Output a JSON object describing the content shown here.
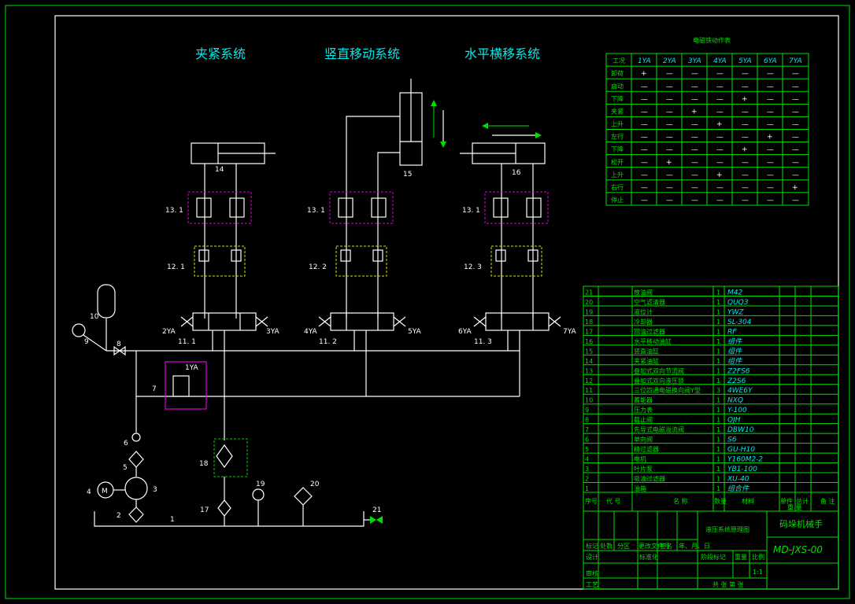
{
  "titles": {
    "clamp": "夹紧系统",
    "vertical": "竖直移动系统",
    "horizontal": "水平横移系统"
  },
  "labels": {
    "cyl14": "14",
    "cyl15": "15",
    "cyl16": "16",
    "v131a": "13. 1",
    "v131b": "13. 1",
    "v131c": "13. 1",
    "v121": "12. 1",
    "v122": "12. 2",
    "v123": "12. 3",
    "v111": "11. 1",
    "v112": "11. 2",
    "v113": "11. 3",
    "s2ya": "2YA",
    "s3ya": "3YA",
    "s4ya": "4YA",
    "s5ya": "5YA",
    "s6ya": "6YA",
    "s7ya": "7YA",
    "s1ya": "1YA",
    "n1": "1",
    "n2": "2",
    "n3": "3",
    "n4": "4",
    "n5": "5",
    "n6": "6",
    "n7": "7",
    "n8": "8",
    "n9": "9",
    "n10": "10",
    "n17": "17",
    "n18": "18",
    "n19": "19",
    "n20": "20",
    "n21": "21",
    "motor": "M"
  },
  "solenoid_table": {
    "title": "电磁铁动作表",
    "header": [
      "工况",
      "1YA",
      "2YA",
      "3YA",
      "4YA",
      "5YA",
      "6YA",
      "7YA"
    ],
    "rows": [
      [
        "卸荷",
        "+",
        "—",
        "—",
        "—",
        "—",
        "—",
        "—"
      ],
      [
        "启动",
        "—",
        "—",
        "—",
        "—",
        "—",
        "—",
        "—"
      ],
      [
        "下降",
        "—",
        "—",
        "—",
        "—",
        "+",
        "—",
        "—"
      ],
      [
        "夹紧",
        "—",
        "—",
        "+",
        "—",
        "—",
        "—",
        "—"
      ],
      [
        "上升",
        "—",
        "—",
        "—",
        "+",
        "—",
        "—",
        "—"
      ],
      [
        "左行",
        "—",
        "—",
        "—",
        "—",
        "—",
        "+",
        "—"
      ],
      [
        "下降",
        "—",
        "—",
        "—",
        "—",
        "+",
        "—",
        "—"
      ],
      [
        "松开",
        "—",
        "+",
        "—",
        "—",
        "—",
        "—",
        "—"
      ],
      [
        "上升",
        "—",
        "—",
        "—",
        "+",
        "—",
        "—",
        "—"
      ],
      [
        "右行",
        "—",
        "—",
        "—",
        "—",
        "—",
        "—",
        "+"
      ],
      [
        "停止",
        "—",
        "—",
        "—",
        "—",
        "—",
        "—",
        "—"
      ]
    ]
  },
  "bom": [
    [
      "21",
      "放油阀",
      "1",
      "M42"
    ],
    [
      "20",
      "空气滤清器",
      "1",
      "QUQ3"
    ],
    [
      "19",
      "液位计",
      "1",
      "YWZ"
    ],
    [
      "18",
      "冷却器",
      "1",
      "SL-304"
    ],
    [
      "17",
      "回油过滤器",
      "1",
      "RF"
    ],
    [
      "16",
      "水平移动油缸",
      "1",
      "组件"
    ],
    [
      "15",
      "竖直油缸",
      "1",
      "组件"
    ],
    [
      "14",
      "夹紧油缸",
      "1",
      "组件"
    ],
    [
      "13",
      "叠加式双向节流阀",
      "1",
      "Z2FS6"
    ],
    [
      "12",
      "叠加式双向液压锁",
      "1",
      "Z2S6"
    ],
    [
      "11",
      "三位四通电磁换向阀Y型",
      "3",
      "4WE6Y"
    ],
    [
      "10",
      "蓄能器",
      "1",
      "NXQ"
    ],
    [
      "9",
      "压力表",
      "1",
      "Y-100"
    ],
    [
      "8",
      "截止阀",
      "1",
      "QJH"
    ],
    [
      "7",
      "先导式电磁溢流阀",
      "1",
      "DBW10"
    ],
    [
      "6",
      "单向阀",
      "1",
      "S6"
    ],
    [
      "5",
      "精过滤器",
      "1",
      "GU-H10"
    ],
    [
      "4",
      "电机",
      "1",
      "Y160M2-2"
    ],
    [
      "3",
      "叶片泵",
      "1",
      "YB1-100"
    ],
    [
      "2",
      "吸油过滤器",
      "1",
      "XU-40"
    ],
    [
      "1",
      "油箱",
      "1",
      "组合件"
    ]
  ],
  "bom_header": {
    "no": "序号",
    "code": "代 号",
    "name": "名 称",
    "qty": "数量",
    "material": "材料",
    "single": "单件",
    "total": "总计",
    "weight": "重 量",
    "remark": "备 注"
  },
  "title_block": {
    "drawing_name": "液压系统原理图",
    "product": "码垛机械手",
    "drawing_no": "MD-JXS-00",
    "scale": "1:1",
    "mark": "标记",
    "count": "处数",
    "zone": "分区",
    "change_doc": "更改文件号",
    "sign": "签名",
    "date": "年、月、日",
    "design": "设计",
    "standardize": "标准化",
    "stage_mark": "阶段标记",
    "weight": "重量",
    "scale_label": "比例",
    "review": "审核",
    "process": "工艺",
    "sheet": "共 张 第 张"
  },
  "colors": {
    "frame": "#00e000",
    "lines": "#ffffff",
    "title": "#00e8e8",
    "clamp_box": "#e000e0",
    "lock_box": "#e0e000",
    "cooler_box": "#00d000"
  }
}
